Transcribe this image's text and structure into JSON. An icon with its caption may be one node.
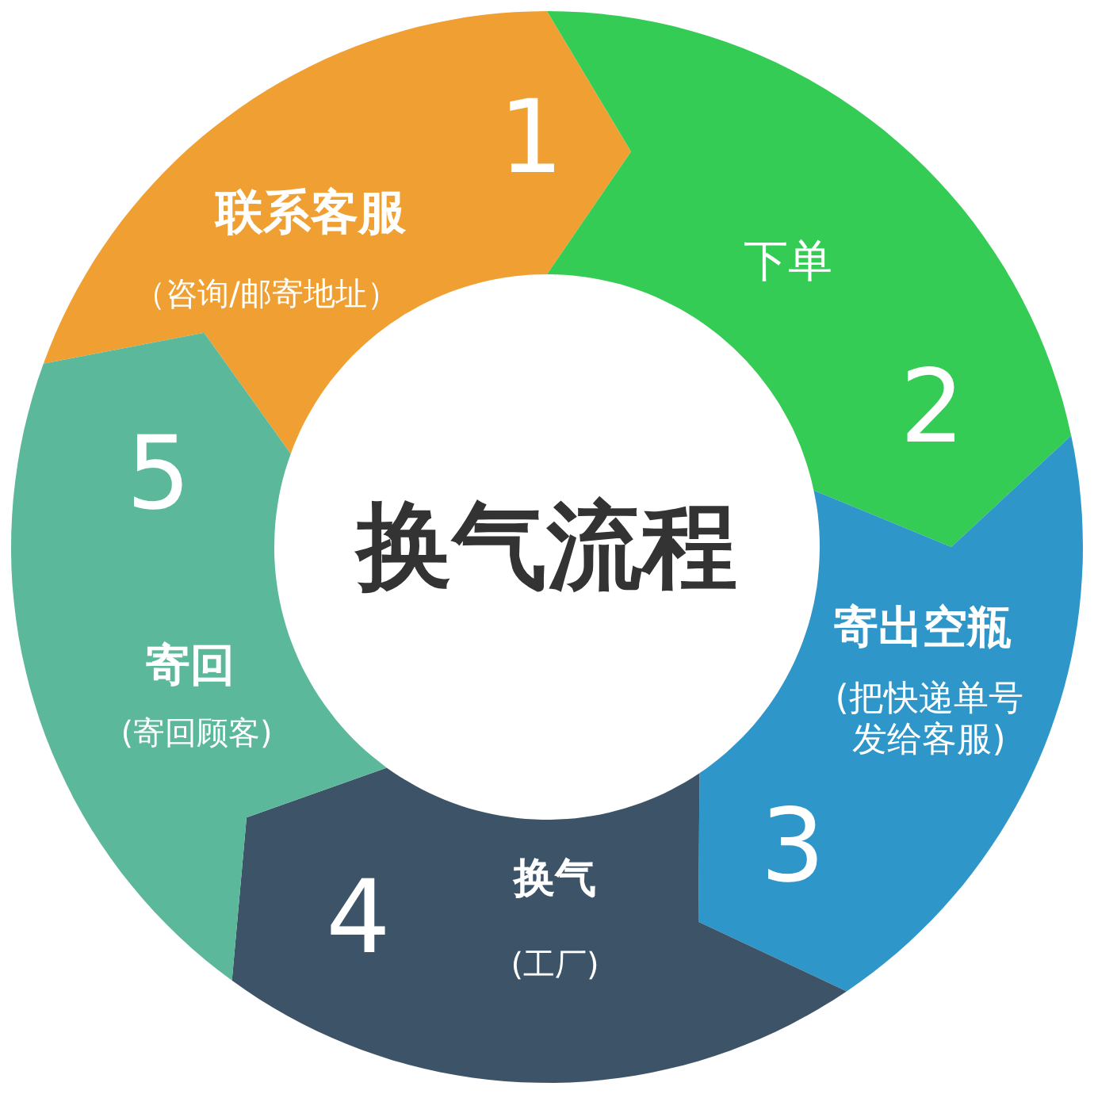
{
  "diagram": {
    "nodes": [
      {
        "text": [
          "1",
          "联系客服",
          "（咨询/邮寄地址）"
        ]
      },
      {
        "text": [
          "下单",
          "2"
        ]
      },
      {
        "text": [
          "寄出空瓶",
          "(把快递单号发给客服)",
          "3"
        ]
      },
      {
        "text": [
          "4",
          "换气",
          "(工厂)"
        ]
      },
      {
        "text": [
          "5",
          "寄回",
          "(寄回顾客)"
        ]
      },
      {
        "text": [
          "换气流程"
        ]
      }
    ]
  }
}
